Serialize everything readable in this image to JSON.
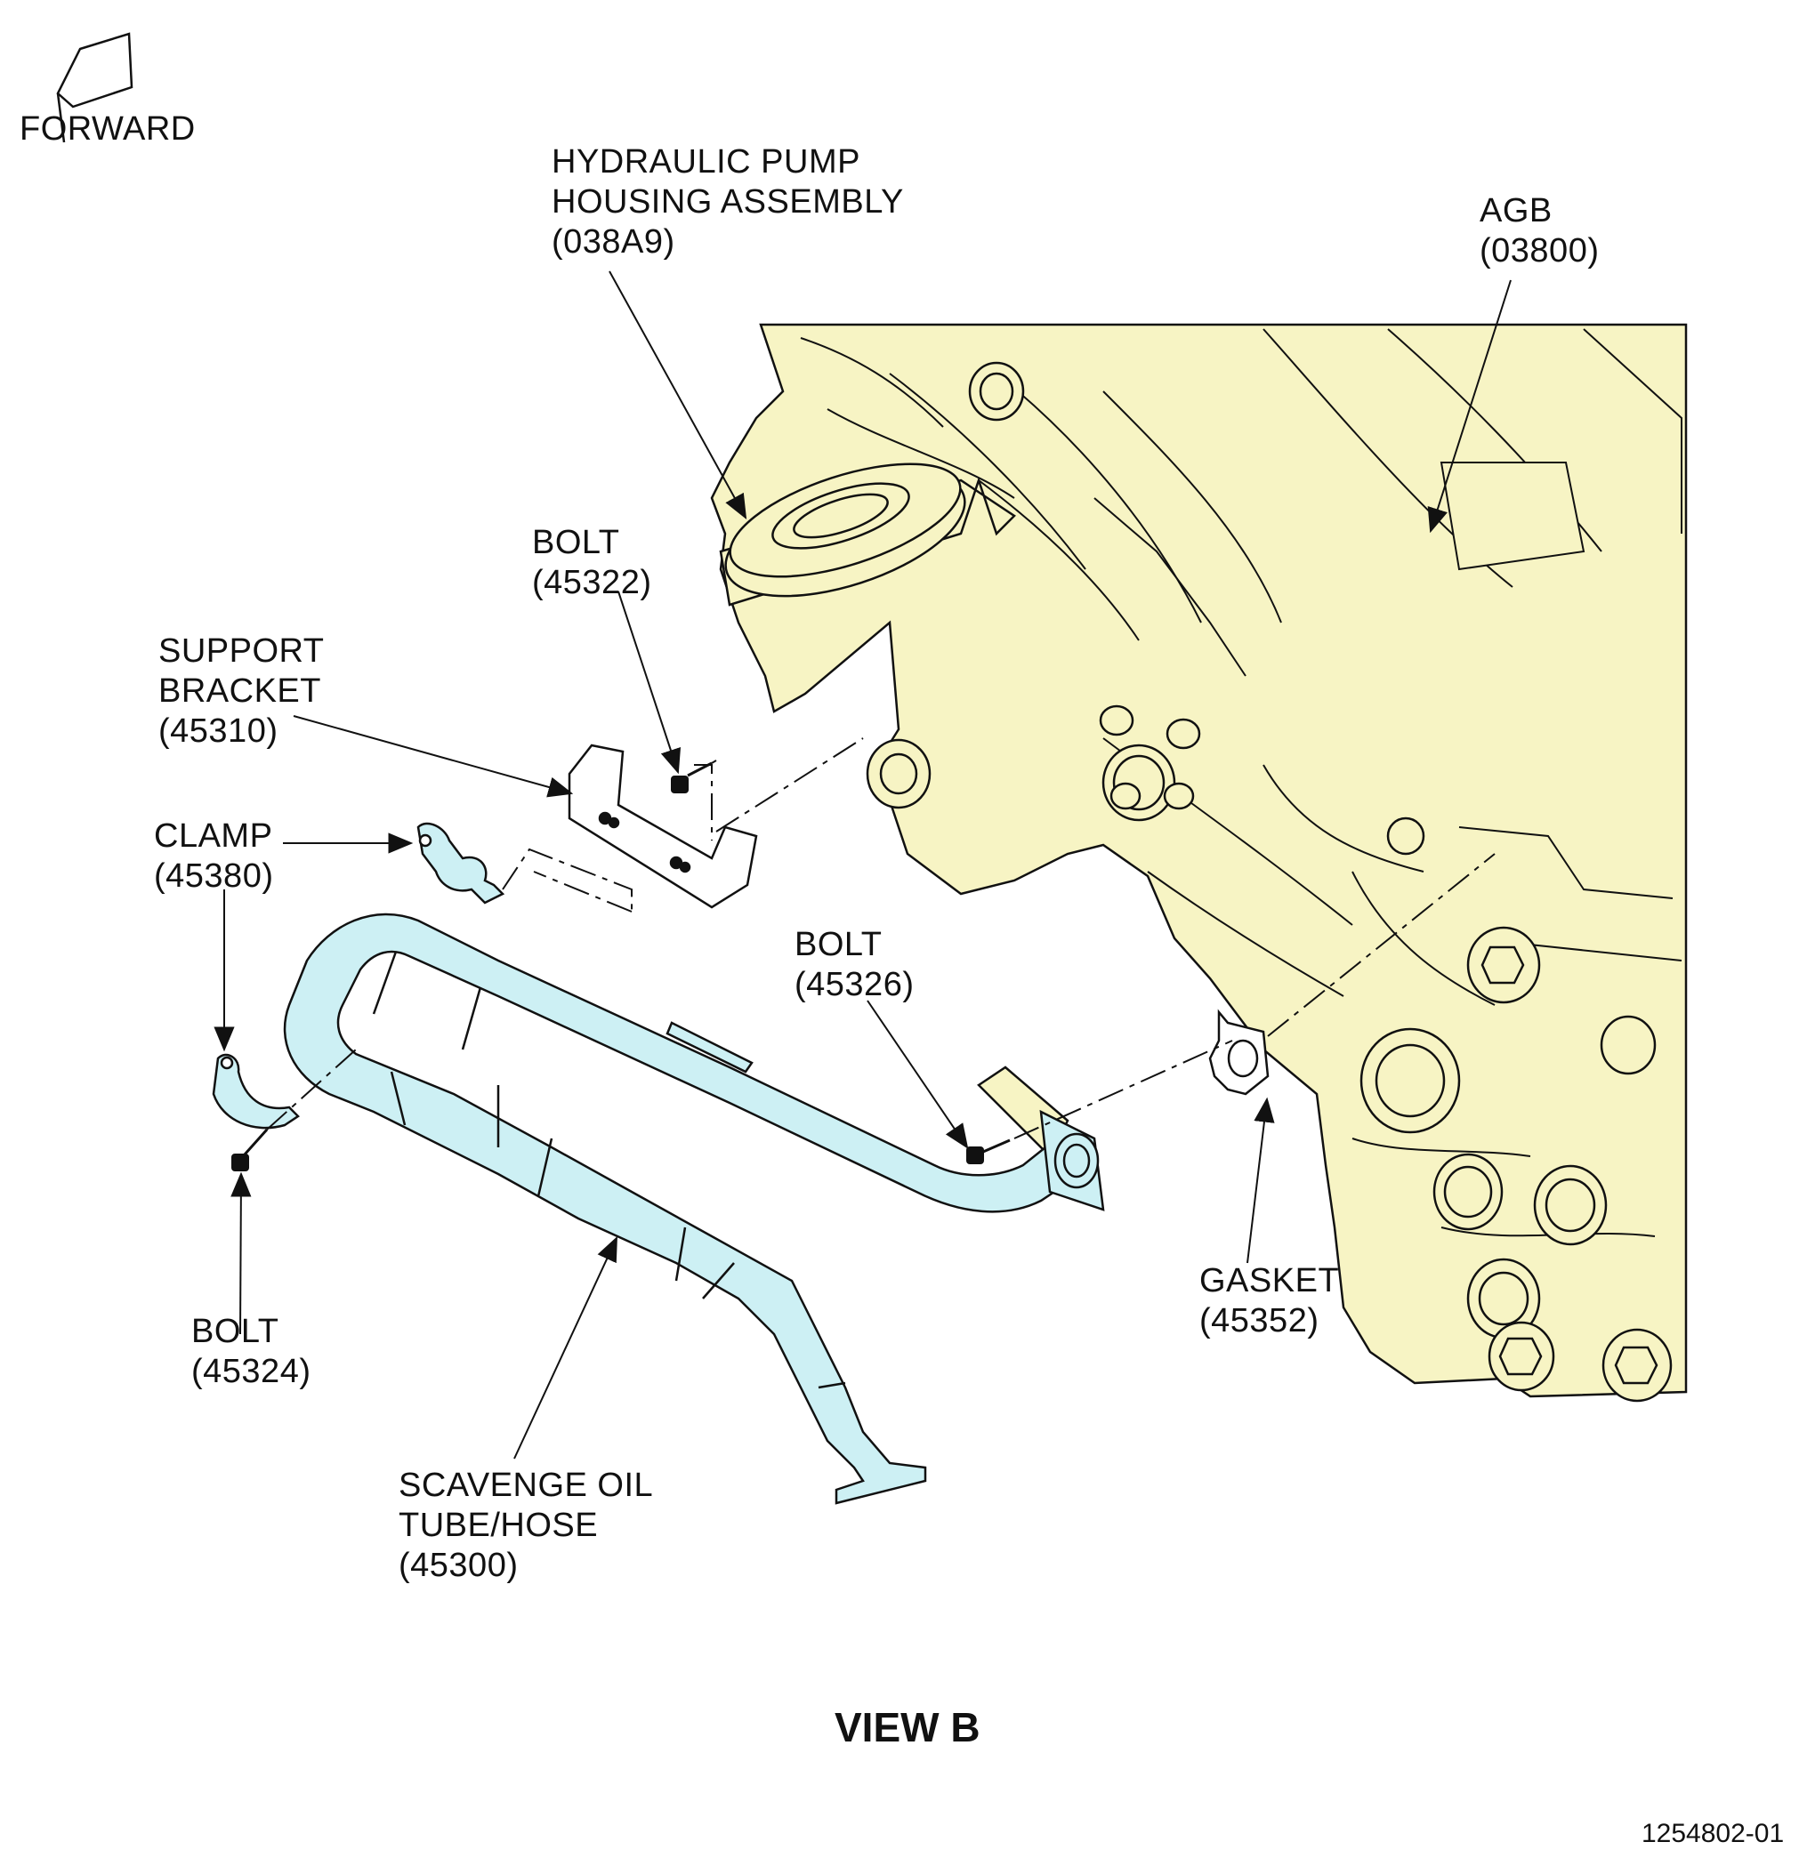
{
  "forward_indicator": {
    "label": "FORWARD",
    "icon": "forward-arrow-icon"
  },
  "callouts": {
    "hydraulic_pump": {
      "line1": "HYDRAULIC PUMP",
      "line2": "HOUSING ASSEMBLY",
      "part": "(038A9)"
    },
    "agb": {
      "line1": "AGB",
      "part": "(03800)"
    },
    "bolt_45322": {
      "line1": "BOLT",
      "part": "(45322)"
    },
    "support_bracket": {
      "line1": "SUPPORT",
      "line2": "BRACKET",
      "part": "(45310)"
    },
    "clamp": {
      "line1": "CLAMP",
      "part": "(45380)"
    },
    "bolt_45326": {
      "line1": "BOLT",
      "part": "(45326)"
    },
    "bolt_45324": {
      "line1": "BOLT",
      "part": "(45324)"
    },
    "gasket": {
      "line1": "GASKET",
      "part": "(45352)"
    },
    "scavenge_tube": {
      "line1": "SCAVENGE OIL",
      "line2": "TUBE/HOSE",
      "part": "(45300)"
    }
  },
  "view_title": "VIEW B",
  "figure_number": "1254802-01",
  "colors": {
    "engine_fill": "#f7f4c4",
    "tube_fill": "#cdf0f4",
    "line": "#111111",
    "background": "#ffffff"
  }
}
